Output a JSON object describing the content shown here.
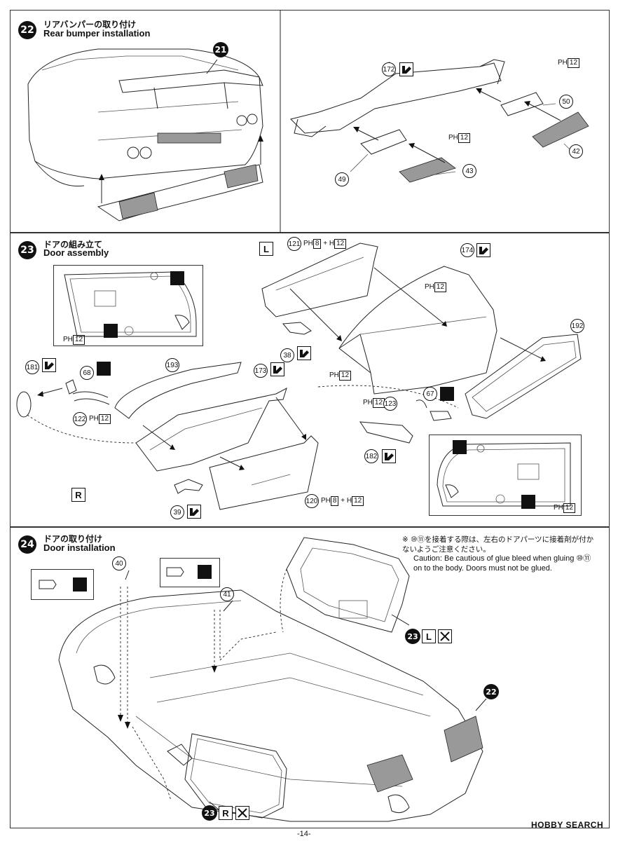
{
  "steps": [
    {
      "number": "22",
      "title_jp": "リアバンパーの取り付け",
      "title_en": "Rear bumper installation"
    },
    {
      "number": "23",
      "title_jp": "ドアの組み立て",
      "title_en": "Door assembly"
    },
    {
      "number": "24",
      "title_jp": "ドアの取り付け",
      "title_en": "Door installation"
    }
  ],
  "step22": {
    "parts": [
      "21",
      "172",
      "50",
      "42",
      "49",
      "43"
    ],
    "tree_label": "PH",
    "tree_num": "12"
  },
  "step23": {
    "side_left": "L",
    "side_right": "R",
    "parts": [
      "121",
      "174",
      "192",
      "38",
      "181",
      "68",
      "193",
      "173",
      "122",
      "67",
      "123",
      "182",
      "120",
      "39"
    ],
    "tree_121": {
      "a": "PH",
      "a_num": "8",
      "plus": "+",
      "b": "H",
      "b_num": "12"
    },
    "tree_120": {
      "a": "PH",
      "a_num": "8",
      "plus": "+",
      "b": "H",
      "b_num": "12"
    },
    "tree_ph12": {
      "label": "PH",
      "num": "12"
    }
  },
  "step24": {
    "caution_jp": "※ ⑩⑪を接着する際は、左右のドアパーツに接着剤が付かないようご注意ください。",
    "caution_en": "Caution: Be cautious of glue bleed when gluing ⑩⑪ on to the body. Doors must not be glued.",
    "parts": [
      "40",
      "41",
      "22"
    ],
    "ref_L": {
      "step": "23",
      "side": "L"
    },
    "ref_R": {
      "step": "23",
      "side": "R"
    }
  },
  "footer": {
    "page_number": "-14-",
    "brand": "HOBBY SEARCH"
  }
}
